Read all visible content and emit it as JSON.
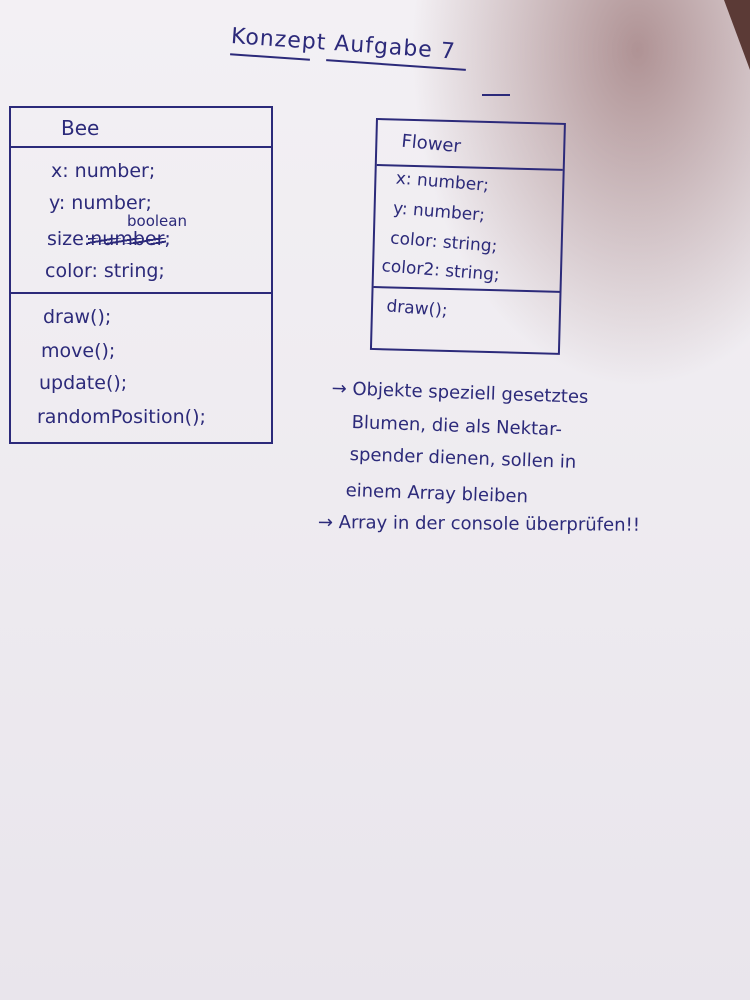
{
  "title": "Konzept Aufgabe 7",
  "classes": {
    "bee": {
      "name": "Bee",
      "attributes": [
        "x: number;",
        "y: number;",
        "size:",
        "color: string;"
      ],
      "size_struck": "number",
      "size_correction": "boolean",
      "size_semicolon": ";",
      "methods": [
        "draw();",
        "move();",
        "update();",
        "randomPosition();"
      ]
    },
    "flower": {
      "name": "Flower",
      "attributes": [
        "x: number;",
        "y: number;",
        "color: string;",
        "color2: string;"
      ],
      "methods": [
        "draw();"
      ]
    }
  },
  "notes": [
    "→ Objekte speziell gesetztes",
    "Blumen, die als Nektar-",
    "spender dienen, sollen in",
    "einem Array bleiben",
    "→ Array in der console überprüfen!!"
  ],
  "colors": {
    "ink": "#2c2a7a",
    "paper": "#eeebf0"
  }
}
